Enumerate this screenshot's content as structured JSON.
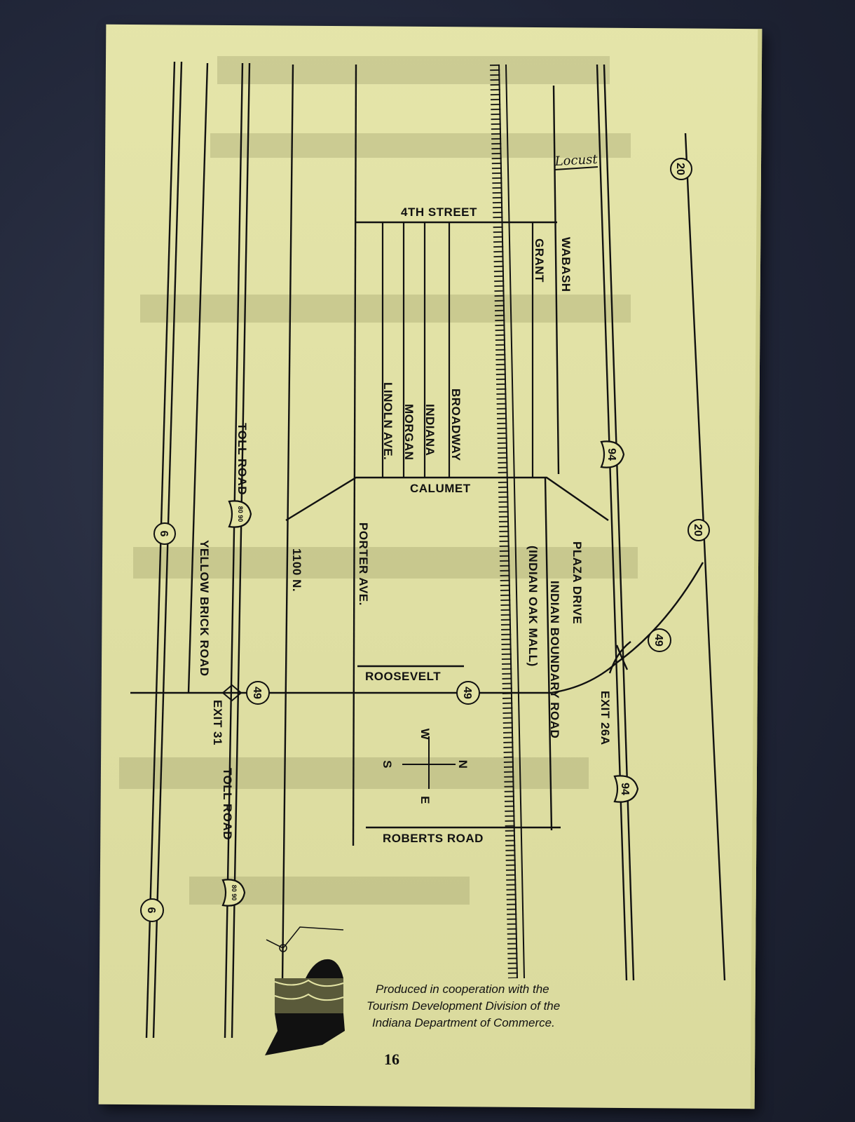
{
  "roads": {
    "us6": "6",
    "yellow_brick_road": "YELLOW BRICK ROAD",
    "toll_road": "TOLL ROAD",
    "toll_shield": "80 90",
    "exit_31": "EXIT 31",
    "road_1100n": "1100 N.",
    "porter_ave": "PORTER AVE.",
    "linoln_ave": "LINOLN AVE.",
    "morgan": "MORGAN",
    "indiana": "INDIANA",
    "broadway": "BROADWAY",
    "fourth_street": "4TH STREET",
    "calumet": "CALUMET",
    "roosevelt": "ROOSEVELT",
    "roberts_road": "ROBERTS ROAD",
    "grant": "GRANT",
    "wabash": "WABASH",
    "locust": "Locust",
    "indian_oak_mall": "(INDIAN OAK MALL)",
    "indian_boundary_road": "INDIAN BOUNDARY ROAD",
    "plaza_drive": "PLAZA DRIVE",
    "i94": "94",
    "exit_26a": "EXIT 26A",
    "sr49": "49",
    "us20": "20"
  },
  "compass": {
    "n": "N",
    "s": "S",
    "e": "E",
    "w": "W"
  },
  "credit": {
    "line1": "Produced in cooperation with the",
    "line2": "Tourism Development Division of the",
    "line3": "Indiana Department of Commerce."
  },
  "page_number": "16",
  "colors": {
    "paper": "#e3e3a4",
    "ink": "#111111",
    "background": "#22283a"
  }
}
